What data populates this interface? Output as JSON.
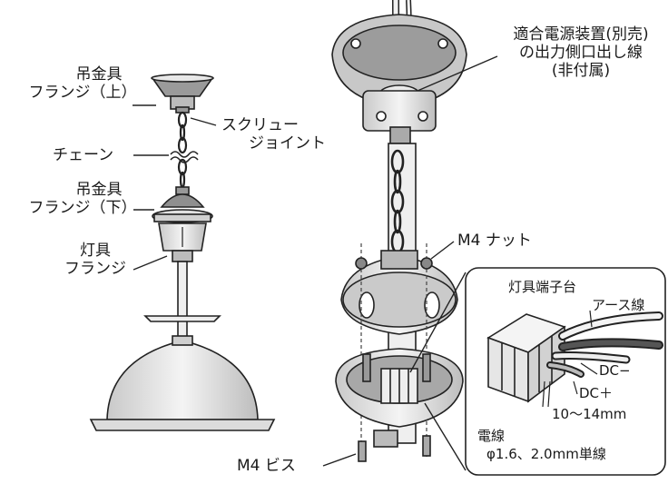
{
  "labels": {
    "upper_flange": [
      "吊金具",
      "フランジ（上）"
    ],
    "screw_joint": [
      "スクリュー",
      "ジョイント"
    ],
    "chain": "チェーン",
    "lower_flange": [
      "吊金具",
      "フランジ（下）"
    ],
    "fixture_flange": [
      "灯具",
      "フランジ"
    ],
    "power_wire": [
      "適合電源装置(別売)",
      "の出力側口出し線",
      "(非付属)"
    ],
    "m4_nut": "M4 ナット",
    "m4_screw": "M4 ビス",
    "terminal_block": "灯具端子台",
    "earth_wire": "アース線",
    "dc_minus": "DC−",
    "dc_plus": "DC＋",
    "strip_length": "10〜14mm",
    "wire_spec": [
      "電線",
      "φ1.6、2.0mm単線"
    ]
  }
}
